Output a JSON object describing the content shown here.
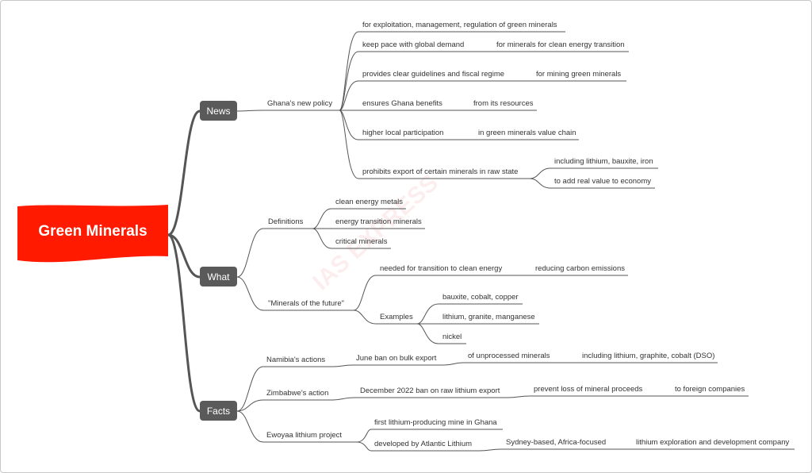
{
  "watermark": "IAS EXPRESS",
  "root": {
    "label": "Green Minerals",
    "color": "#ff1a00"
  },
  "branches": {
    "news": "News",
    "what": "What",
    "facts": "Facts"
  },
  "news": {
    "policy": "Ghana's new policy",
    "items": [
      "for exploitation, management, regulation of green minerals",
      "keep pace with global demand",
      "for minerals for clean energy transition",
      "provides clear guidelines and fiscal regime",
      "for mining green minerals",
      "ensures Ghana benefits",
      "from its resources",
      "higher local participation",
      "in green minerals value chain",
      "prohibits export of certain minerals in raw state",
      "including lithium, bauxite, iron",
      "to add real value to economy"
    ]
  },
  "what": {
    "definitions": "Definitions",
    "definition_items": [
      "clean energy metals",
      "energy transition minerals",
      "critical minerals"
    ],
    "future": "\"Minerals of the future\"",
    "needed": "needed for transition to clean energy",
    "reducing": "reducing carbon emissions",
    "examples": "Examples",
    "example_items": [
      "bauxite, cobalt, copper",
      "lithium, granite, manganese",
      "nickel"
    ]
  },
  "facts": {
    "namibia": "Namibia's actions",
    "namibia_ban": "June ban on bulk export",
    "namibia_unprocessed": "of unprocessed minerals",
    "namibia_including": "including lithium, graphite, cobalt (DSO)",
    "zimbabwe": "Zimbabwe's action",
    "zimbabwe_ban": "December 2022 ban on raw lithium export",
    "zimbabwe_prevent": "prevent loss of mineral proceeds",
    "zimbabwe_foreign": "to foreign companies",
    "ewoyaa": "Ewoyaa lithium project",
    "ewoyaa_first": "first lithium-producing mine in Ghana",
    "ewoyaa_developed": "developed by Atlantic Lithium",
    "ewoyaa_sydney": "Sydney-based, Africa-focused",
    "ewoyaa_company": "lithium exploration and development company"
  }
}
